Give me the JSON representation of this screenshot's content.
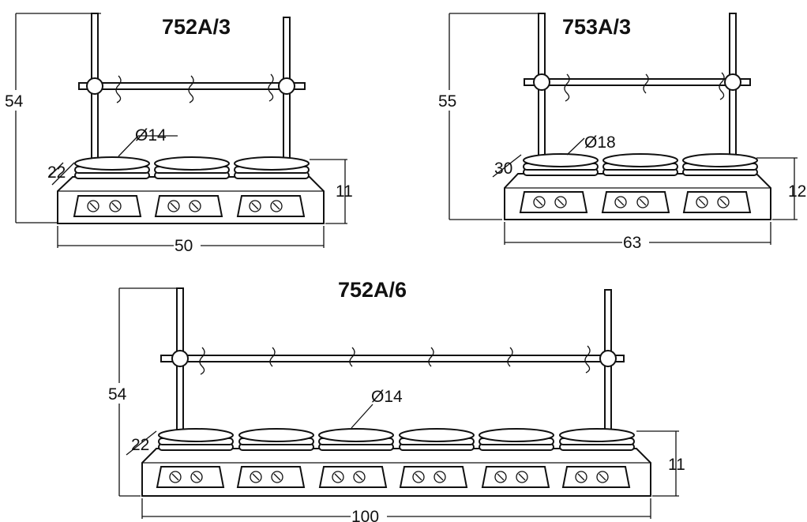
{
  "drawings": [
    {
      "id": "752a3",
      "title": "752A/3",
      "places": 3,
      "dims": {
        "height": "54",
        "width": "50",
        "base_height": "11",
        "diameter": "Ø14",
        "depth": "22"
      }
    },
    {
      "id": "753a3",
      "title": "753A/3",
      "places": 3,
      "dims": {
        "height": "55",
        "width": "63",
        "base_height": "12",
        "diameter": "Ø18",
        "depth": "30"
      }
    },
    {
      "id": "752a6",
      "title": "752A/6",
      "places": 6,
      "dims": {
        "height": "54",
        "width": "100",
        "base_height": "11",
        "diameter": "Ø14",
        "depth": "22"
      }
    }
  ]
}
